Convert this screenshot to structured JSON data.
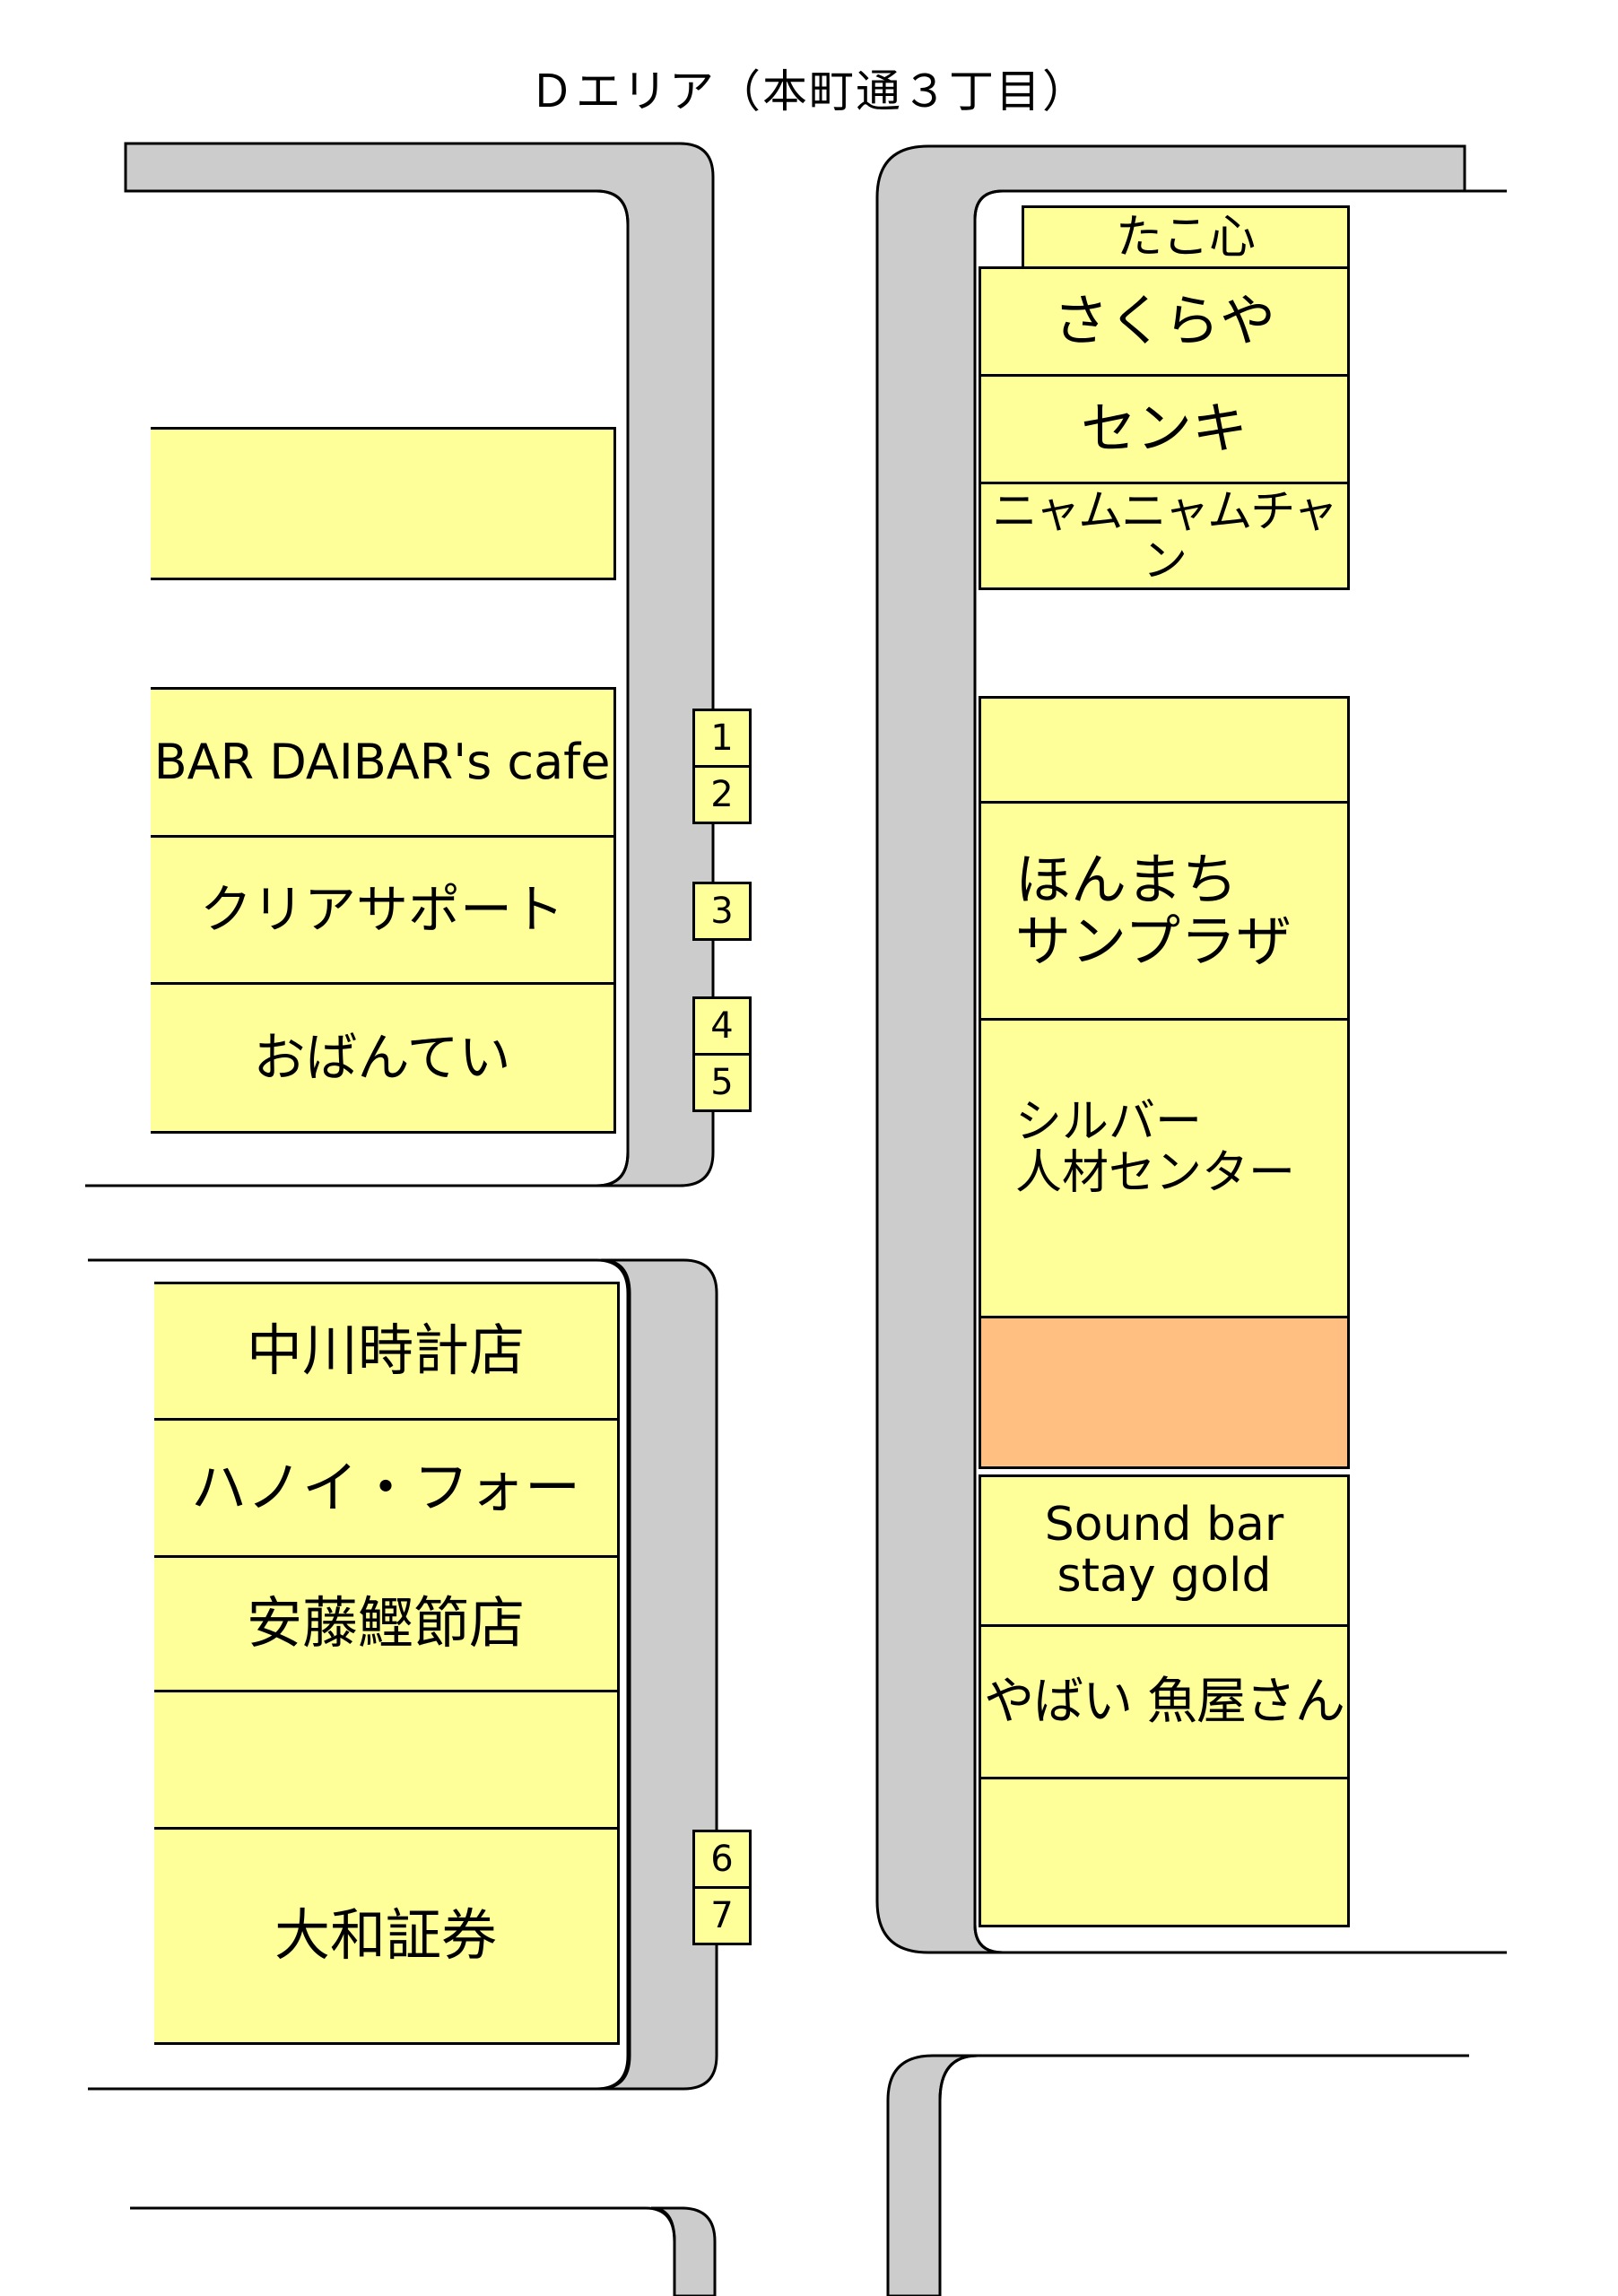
{
  "title": "Ｄエリア（本町通３丁目）",
  "colors": {
    "shop_fill": "#ffff99",
    "vacant_orange": "#ffbf80",
    "sidewalk_gray": "#cccccc",
    "outline": "#000000"
  },
  "shops": {
    "left_upper_blank": "",
    "bar_daibar": "BAR DAIBAR's cafe",
    "clear_support": "クリアサポート",
    "obantei": "おばんてい",
    "nakagawa": "中川時計店",
    "hanoi_pho": "ハノイ・フォー",
    "ando_katsuobushi": "安藤鰹節店",
    "left_lower_blank": "",
    "daiwa": "大和証券",
    "takoshin": "たこ心",
    "sakuraya": "さくらや",
    "senki": "センキ",
    "nyamu": "ニャムニャムチャン",
    "right_blank_1": "",
    "honmachi_sun_plaza": "ほんまち\nサンプラザ",
    "silver_jinzai": "シルバー\n人材センター",
    "orange_unit": "",
    "sound_bar": "Sound bar\nstay gold",
    "yabai_sakanaya": "やばい 魚屋さん",
    "right_blank_2": ""
  },
  "markers": [
    "1",
    "2",
    "3",
    "4",
    "5",
    "6",
    "7"
  ]
}
